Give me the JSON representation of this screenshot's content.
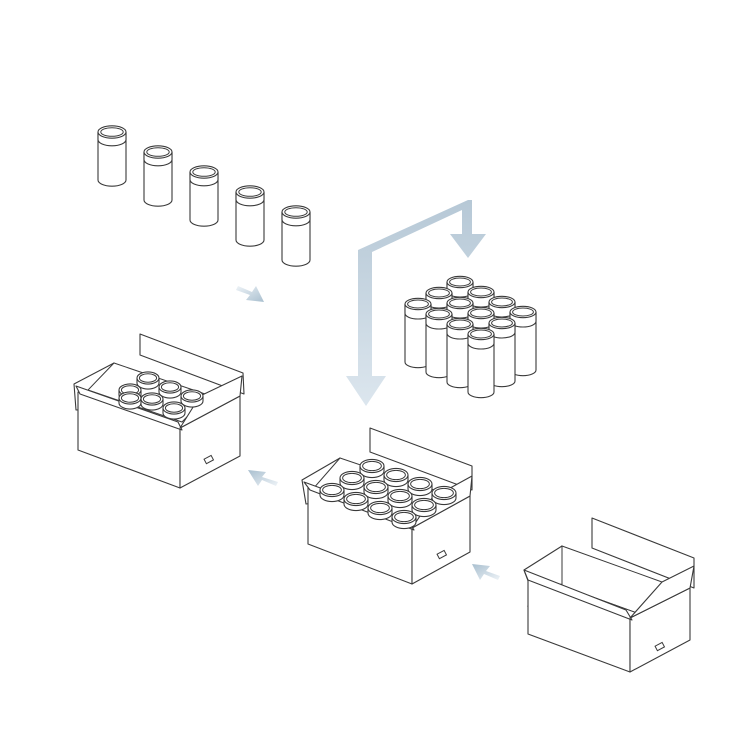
{
  "diagram": {
    "accent_color": "#b8c9d6",
    "arrow_color_light": "#dfe7ee",
    "line_color": "#3a3a3a",
    "stages": [
      {
        "name": "jars-in-line",
        "jar_count": 5
      },
      {
        "name": "jar-group-3x4",
        "jar_count": 12
      },
      {
        "name": "empty-open-box"
      },
      {
        "name": "box-being-filled"
      },
      {
        "name": "filled-box"
      }
    ],
    "icons": [
      "jar-icon",
      "box-icon",
      "flow-arrow-icon"
    ]
  }
}
